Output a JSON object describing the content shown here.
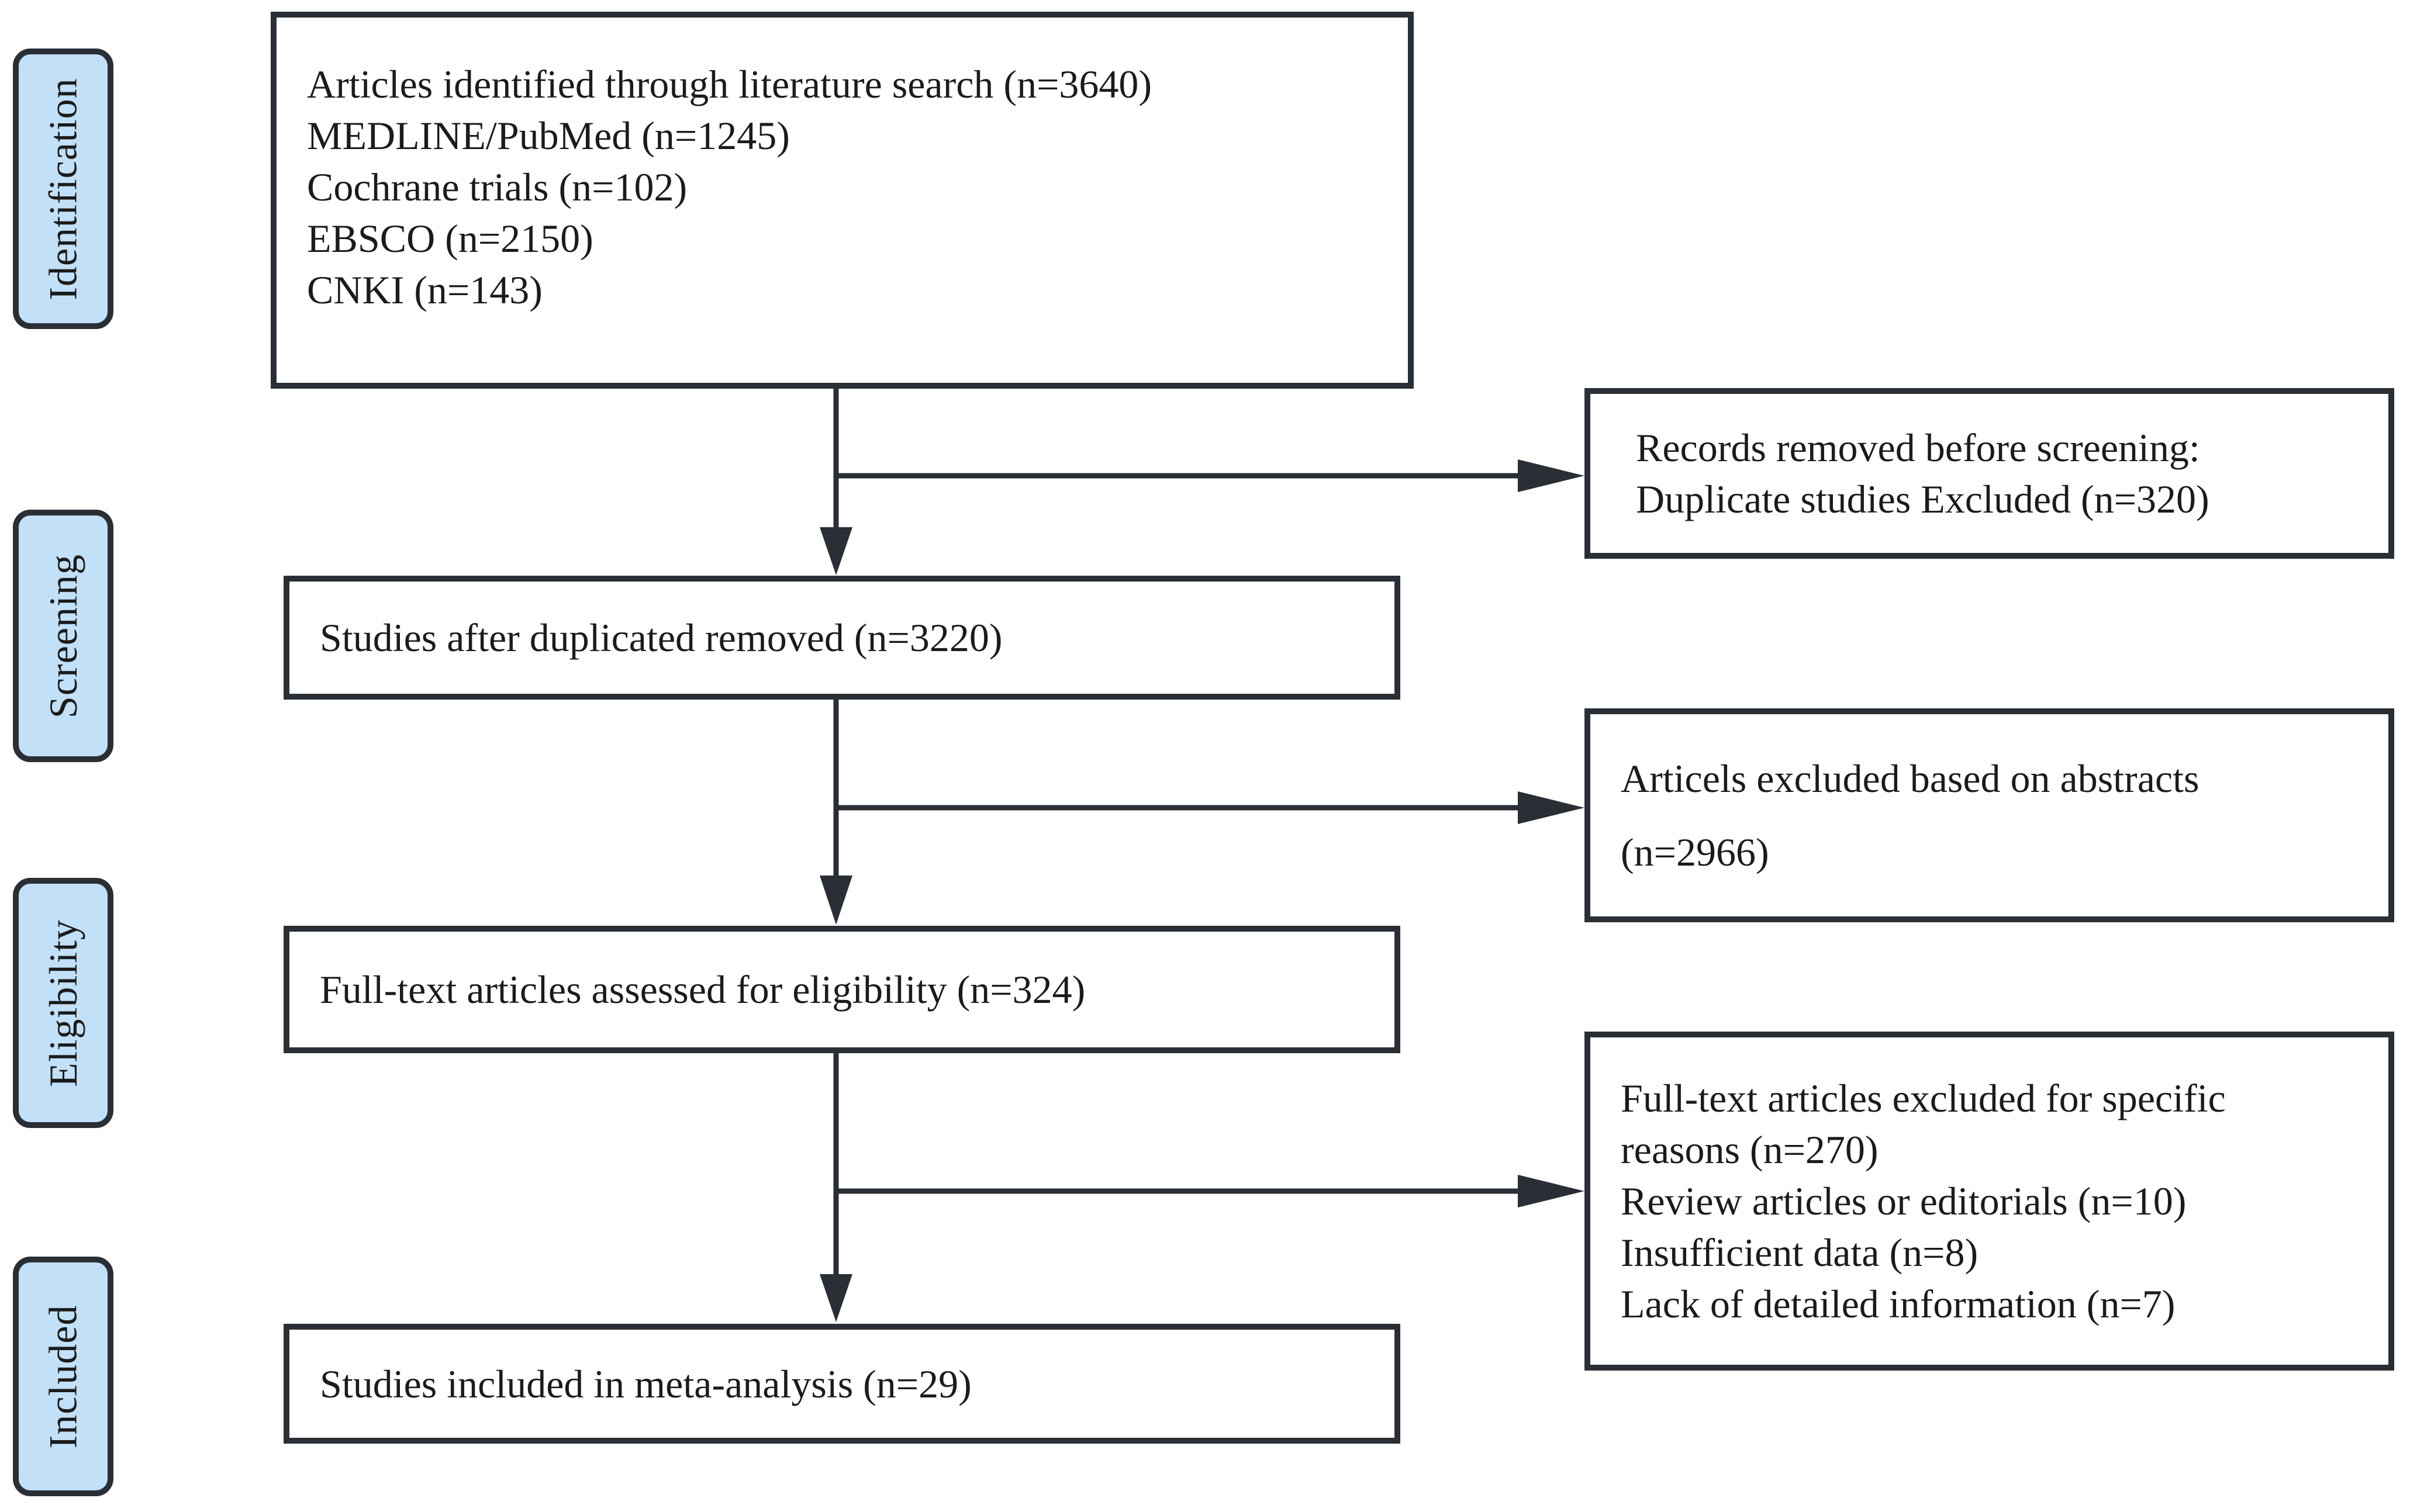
{
  "diagram": {
    "stages": [
      {
        "id": "identification",
        "label": "Identification"
      },
      {
        "id": "screening",
        "label": "Screening"
      },
      {
        "id": "eligibility",
        "label": "Eligibility"
      },
      {
        "id": "included",
        "label": "Included"
      }
    ],
    "main_boxes": [
      {
        "id": "records-identified",
        "lines": [
          "Articles identified through literature search (n=3640)",
          "MEDLINE/PubMed (n=1245)",
          "Cochrane trials (n=102)",
          "EBSCO (n=2150)",
          "CNKI (n=143)"
        ]
      },
      {
        "id": "after-duplicates-removed",
        "lines": [
          "Studies after duplicated removed (n=3220)"
        ]
      },
      {
        "id": "fulltext-assessed",
        "lines": [
          "Full-text articles assessed for eligibility (n=324)"
        ]
      },
      {
        "id": "included-in-meta-analysis",
        "lines": [
          "Studies included in meta-analysis (n=29)"
        ]
      }
    ],
    "side_boxes": [
      {
        "id": "removed-before-screening",
        "lines": [
          "Records removed before screening:",
          "Duplicate studies Excluded (n=320)"
        ]
      },
      {
        "id": "excluded-on-abstracts",
        "lines": [
          "Articels excluded based on abstracts",
          "(n=2966)"
        ]
      },
      {
        "id": "fulltext-excluded",
        "lines": [
          "Full-text articles excluded for specific",
          "reasons (n=270)",
          "Review articles or editorials (n=10)",
          "Insufficient data (n=8)",
          "Lack of detailed information (n=7)"
        ]
      }
    ],
    "colors": {
      "stage_fill": "#c2e0f8",
      "line": "#2a2f36",
      "text": "#1b1b1b",
      "background": "#ffffff"
    }
  }
}
